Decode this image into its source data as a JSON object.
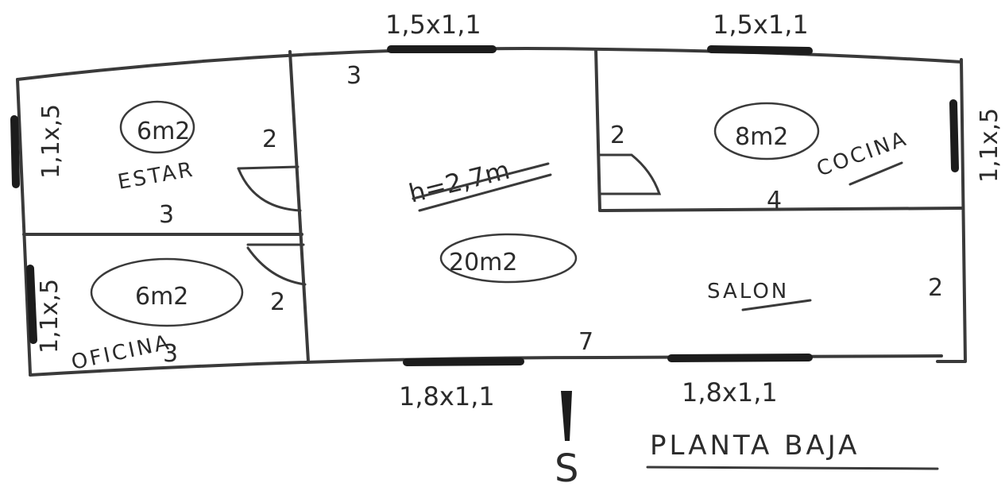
{
  "plan": {
    "title": "PLANTA BAJA",
    "height_note": "h=2,7m",
    "orientation": "S",
    "rooms": {
      "estar": {
        "name": "ESTAR",
        "area": "6m2",
        "dim_right": "2",
        "dim_bottom": "3"
      },
      "oficina": {
        "name": "OFICINA",
        "area": "6m2",
        "dim_right": "2",
        "dim_bottom": "3"
      },
      "cocina": {
        "name": "COCINA",
        "area": "8m2",
        "dim_left": "2",
        "dim_bottom": "4"
      },
      "salon": {
        "name": "SALON",
        "area": "20m2",
        "dim_right": "2",
        "dim_bottom": "7",
        "dim_top": "3"
      }
    },
    "windows": {
      "top_left": "1,5x1,1",
      "top_right": "1,5x1,1",
      "bottom_left": "1,8x1,1",
      "bottom_right": "1,8x1,1",
      "left_upper": "1,1x,5",
      "left_lower": "1,1x,5",
      "right": "1,1x,5"
    }
  }
}
